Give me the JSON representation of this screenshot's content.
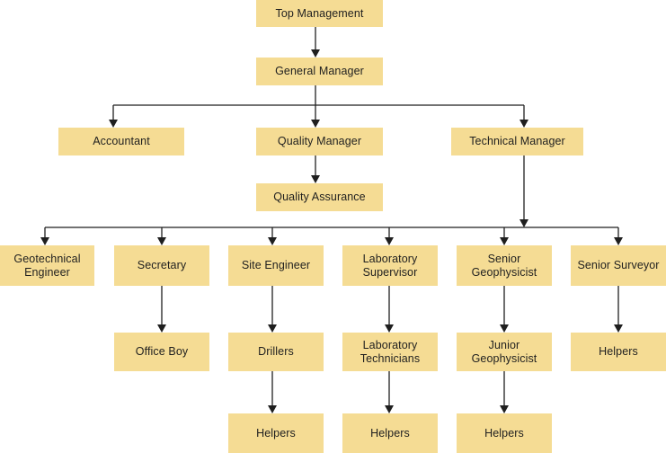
{
  "colors": {
    "box_fill": "#f5dc94",
    "connector": "#1f1f1f",
    "text": "#1f1f1f"
  },
  "nodes": {
    "top_management": "Top Management",
    "general_manager": "General Manager",
    "accountant": "Accountant",
    "quality_manager": "Quality Manager",
    "technical_manager": "Technical Manager",
    "quality_assurance": "Quality Assurance",
    "geotechnical_engineer": "Geotechnical\nEngineer",
    "secretary": "Secretary",
    "site_engineer": "Site Engineer",
    "laboratory_supervisor": "Laboratory\nSupervisor",
    "senior_geophysicist": "Senior\nGeophysicist",
    "senior_surveyor": "Senior Surveyor",
    "office_boy": "Office Boy",
    "drillers": "Drillers",
    "laboratory_technicians": "Laboratory\nTechnicians",
    "junior_geophysicist": "Junior\nGeophysicist",
    "helpers_surveyor": "Helpers",
    "helpers_drillers": "Helpers",
    "helpers_lab": "Helpers",
    "helpers_geophysics": "Helpers"
  }
}
